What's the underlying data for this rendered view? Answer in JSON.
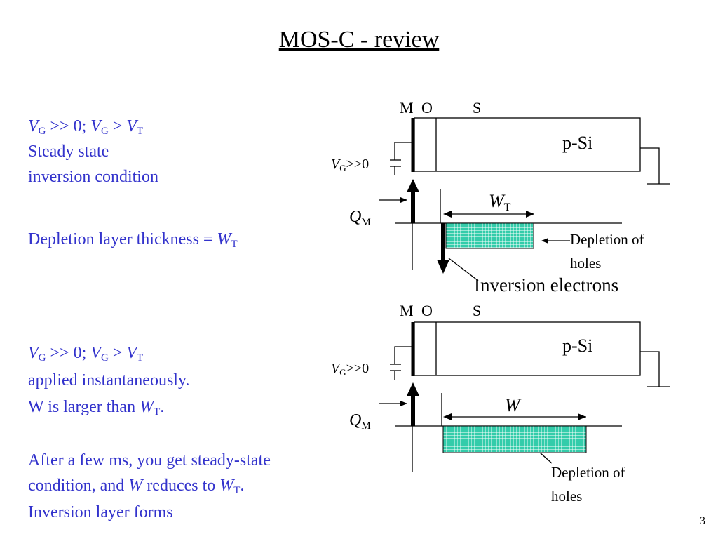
{
  "title": "MOS-C - review",
  "page_number": "3",
  "colors": {
    "blue_text": "#3333cc",
    "depletion_fill": "#33ccaa",
    "depletion_grid": "#ffffff"
  },
  "left_text": {
    "cond1": {
      "vg": "V",
      "vg_sub": "G",
      "rel1": " >> 0; ",
      "vg2": "V",
      "vg2_sub": "G",
      "rel2": " > ",
      "vt": "V",
      "vt_sub": "T"
    },
    "steady_line1": "Steady state",
    "steady_line2": "inversion condition",
    "depl_prefix": "Depletion layer thickness = ",
    "depl_w": "W",
    "depl_w_sub": "T",
    "cond2": {
      "vg": "V",
      "vg_sub": "G",
      "rel1": " >> 0; ",
      "vg2": "V",
      "vg2_sub": "G",
      "rel2": " > ",
      "vt": "V",
      "vt_sub": "T"
    },
    "instant": "applied instantaneously.",
    "w_larger_prefix": "W is larger than ",
    "w_larger_w": "W",
    "w_larger_sub": "T",
    "w_larger_end": ".",
    "after1": "After a few ms, you get steady-state",
    "after2_prefix": "condition, and ",
    "after2_w": "W",
    "after2_mid": " reduces to ",
    "after2_w2": "W",
    "after2_sub": "T",
    "after2_end": ".",
    "after3": "Inversion layer forms"
  },
  "diagram_top": {
    "label_m": "M",
    "label_o": "O",
    "label_s": "S",
    "psi": "p-Si",
    "vg": "V",
    "vg_sub": "G",
    "vg_val": ">>0",
    "qm": "Q",
    "qm_sub": "M",
    "wt": "W",
    "wt_sub": "T",
    "depletion_line1": "Depletion of",
    "depletion_line2": "holes",
    "inversion": "Inversion electrons"
  },
  "diagram_bottom": {
    "label_m": "M",
    "label_o": "O",
    "label_s": "S",
    "psi": "p-Si",
    "vg": "V",
    "vg_sub": "G",
    "vg_val": ">>0",
    "qm": "Q",
    "qm_sub": "M",
    "w": "W",
    "depletion_line1": "Depletion of",
    "depletion_line2": "holes"
  }
}
